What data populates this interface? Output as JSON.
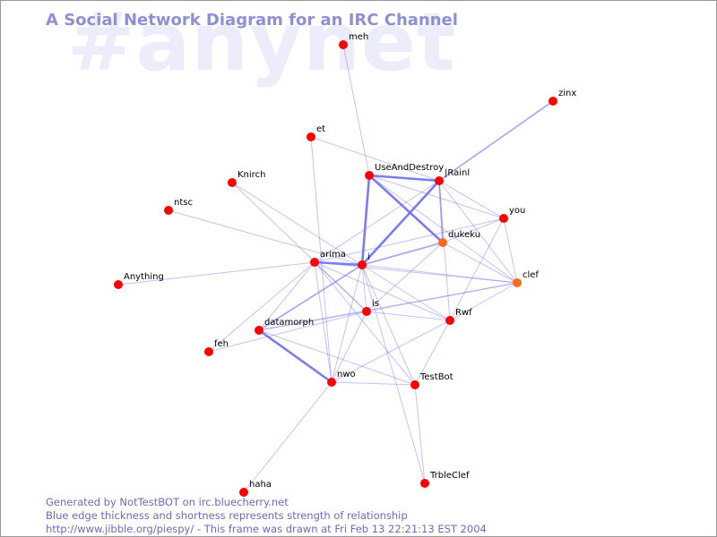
{
  "watermark": "#anynet",
  "title": "A Social Network Diagram for an IRC Channel",
  "footer": {
    "line1": "Generated by NotTestBOT on irc.bluecherry.net",
    "line2": "Blue edge thickness and shortness represents strength of relationship",
    "line3": "http://www.jibble.org/piespy/ - This frame was drawn at Fri Feb 13 22:21:13 EST 2004"
  },
  "colors": {
    "node_default": "#ff0000",
    "node_recent": "#ff6a1a",
    "edge": "#6e6ef0",
    "title": "#8f8fd6",
    "watermark": "#ececfb",
    "footer": "#6b6bbd"
  },
  "nodes": [
    {
      "id": "meh",
      "label": "meh",
      "recent": false
    },
    {
      "id": "zinx",
      "label": "zinx",
      "recent": false
    },
    {
      "id": "et",
      "label": "et",
      "recent": false
    },
    {
      "id": "UseAndDestroy",
      "label": "UseAndDestroy",
      "recent": false
    },
    {
      "id": "Rainl",
      "label": "|Rainl",
      "recent": false
    },
    {
      "id": "Knirch",
      "label": "Knirch",
      "recent": false
    },
    {
      "id": "ntsc",
      "label": "ntsc",
      "recent": false
    },
    {
      "id": "you",
      "label": "you",
      "recent": false
    },
    {
      "id": "dukeku",
      "label": "dukeku",
      "recent": true
    },
    {
      "id": "arima",
      "label": "arima",
      "recent": false
    },
    {
      "id": "i",
      "label": "i",
      "recent": false
    },
    {
      "id": "Anything",
      "label": "Anything",
      "recent": false
    },
    {
      "id": "clef",
      "label": "clef",
      "recent": true
    },
    {
      "id": "is",
      "label": "is",
      "recent": false
    },
    {
      "id": "Rwf",
      "label": "Rwf",
      "recent": false
    },
    {
      "id": "datamorph",
      "label": "datamorph",
      "recent": false
    },
    {
      "id": "feh",
      "label": "feh",
      "recent": false
    },
    {
      "id": "nwo",
      "label": "nwo",
      "recent": false
    },
    {
      "id": "TestBot",
      "label": "TestBot",
      "recent": false
    },
    {
      "id": "TrbleClef",
      "label": "TrbleClef",
      "recent": false
    },
    {
      "id": "haha",
      "label": "haha",
      "recent": false
    }
  ],
  "edges": [
    {
      "source": "UseAndDestroy",
      "target": "i",
      "strength": 3
    },
    {
      "source": "UseAndDestroy",
      "target": "Rainl",
      "strength": 3
    },
    {
      "source": "UseAndDestroy",
      "target": "dukeku",
      "strength": 3
    },
    {
      "source": "Rainl",
      "target": "i",
      "strength": 3
    },
    {
      "source": "arima",
      "target": "i",
      "strength": 3
    },
    {
      "source": "datamorph",
      "target": "nwo",
      "strength": 3
    },
    {
      "source": "dukeku",
      "target": "i",
      "strength": 2
    },
    {
      "source": "Rainl",
      "target": "dukeku",
      "strength": 2
    },
    {
      "source": "datamorph",
      "target": "i",
      "strength": 2
    },
    {
      "source": "Rainl",
      "target": "zinx",
      "strength": 2
    },
    {
      "source": "meh",
      "target": "UseAndDestroy",
      "strength": 1
    },
    {
      "source": "et",
      "target": "Rainl",
      "strength": 1
    },
    {
      "source": "et",
      "target": "nwo",
      "strength": 1
    },
    {
      "source": "UseAndDestroy",
      "target": "you",
      "strength": 1
    },
    {
      "source": "UseAndDestroy",
      "target": "clef",
      "strength": 1
    },
    {
      "source": "Rainl",
      "target": "you",
      "strength": 1
    },
    {
      "source": "Rainl",
      "target": "clef",
      "strength": 1
    },
    {
      "source": "Rainl",
      "target": "arima",
      "strength": 1
    },
    {
      "source": "Rainl",
      "target": "Rwf",
      "strength": 1
    },
    {
      "source": "Knirch",
      "target": "i",
      "strength": 1
    },
    {
      "source": "Knirch",
      "target": "is",
      "strength": 1
    },
    {
      "source": "ntsc",
      "target": "i",
      "strength": 1
    },
    {
      "source": "you",
      "target": "dukeku",
      "strength": 1
    },
    {
      "source": "you",
      "target": "clef",
      "strength": 1
    },
    {
      "source": "you",
      "target": "arima",
      "strength": 1
    },
    {
      "source": "you",
      "target": "Rwf",
      "strength": 1
    },
    {
      "source": "dukeku",
      "target": "is",
      "strength": 1
    },
    {
      "source": "dukeku",
      "target": "clef",
      "strength": 1
    },
    {
      "source": "arima",
      "target": "Anything",
      "strength": 1
    },
    {
      "source": "arima",
      "target": "clef",
      "strength": 1
    },
    {
      "source": "arima",
      "target": "is",
      "strength": 1
    },
    {
      "source": "arima",
      "target": "Rwf",
      "strength": 1
    },
    {
      "source": "arima",
      "target": "TestBot",
      "strength": 1
    },
    {
      "source": "arima",
      "target": "nwo",
      "strength": 1
    },
    {
      "source": "arima",
      "target": "feh",
      "strength": 1
    },
    {
      "source": "arima",
      "target": "datamorph",
      "strength": 1
    },
    {
      "source": "i",
      "target": "clef",
      "strength": 1
    },
    {
      "source": "i",
      "target": "is",
      "strength": 1
    },
    {
      "source": "i",
      "target": "Rwf",
      "strength": 1
    },
    {
      "source": "i",
      "target": "nwo",
      "strength": 1
    },
    {
      "source": "i",
      "target": "TestBot",
      "strength": 1
    },
    {
      "source": "i",
      "target": "TrbleClef",
      "strength": 1
    },
    {
      "source": "is",
      "target": "nwo",
      "strength": 1
    },
    {
      "source": "is",
      "target": "clef",
      "strength": 1
    },
    {
      "source": "is",
      "target": "Rwf",
      "strength": 1
    },
    {
      "source": "is",
      "target": "datamorph",
      "strength": 1
    },
    {
      "source": "datamorph",
      "target": "clef",
      "strength": 1
    },
    {
      "source": "datamorph",
      "target": "TestBot",
      "strength": 1
    },
    {
      "source": "feh",
      "target": "is",
      "strength": 1
    },
    {
      "source": "nwo",
      "target": "TestBot",
      "strength": 1
    },
    {
      "source": "nwo",
      "target": "Rwf",
      "strength": 1
    },
    {
      "source": "nwo",
      "target": "haha",
      "strength": 1
    },
    {
      "source": "TestBot",
      "target": "TrbleClef",
      "strength": 1
    },
    {
      "source": "TestBot",
      "target": "Rwf",
      "strength": 1
    },
    {
      "source": "clef",
      "target": "Rwf",
      "strength": 1
    }
  ]
}
